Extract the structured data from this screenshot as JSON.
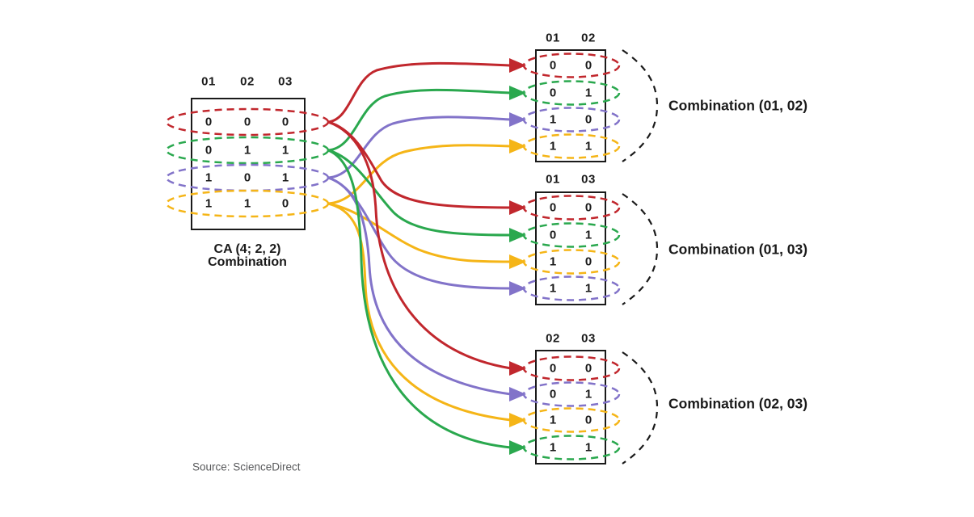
{
  "colors": {
    "red": "#C1272D",
    "green": "#2AA84E",
    "purple": "#8273C9",
    "yellow": "#F5B517",
    "ink": "#1A1A1A",
    "muted": "#58595B"
  },
  "main_table": {
    "headers": [
      "01",
      "02",
      "03"
    ],
    "rows": [
      {
        "color": "red",
        "values": [
          "0",
          "0",
          "0"
        ]
      },
      {
        "color": "green",
        "values": [
          "0",
          "1",
          "1"
        ]
      },
      {
        "color": "purple",
        "values": [
          "1",
          "0",
          "1"
        ]
      },
      {
        "color": "yellow",
        "values": [
          "1",
          "1",
          "0"
        ]
      }
    ],
    "caption_line1": "CA (4; 2, 2)",
    "caption_line2": "Combination"
  },
  "combination_tables": [
    {
      "headers": [
        "01",
        "02"
      ],
      "label": "Combination (01, 02)",
      "rows": [
        {
          "color": "red",
          "values": [
            "0",
            "0"
          ]
        },
        {
          "color": "green",
          "values": [
            "0",
            "1"
          ]
        },
        {
          "color": "purple",
          "values": [
            "1",
            "0"
          ]
        },
        {
          "color": "yellow",
          "values": [
            "1",
            "1"
          ]
        }
      ]
    },
    {
      "headers": [
        "01",
        "03"
      ],
      "label": "Combination (01, 03)",
      "rows": [
        {
          "color": "red",
          "values": [
            "0",
            "0"
          ]
        },
        {
          "color": "green",
          "values": [
            "0",
            "1"
          ]
        },
        {
          "color": "yellow",
          "values": [
            "1",
            "0"
          ]
        },
        {
          "color": "purple",
          "values": [
            "1",
            "1"
          ]
        }
      ]
    },
    {
      "headers": [
        "02",
        "03"
      ],
      "label": "Combination (02, 03)",
      "rows": [
        {
          "color": "red",
          "values": [
            "0",
            "0"
          ]
        },
        {
          "color": "purple",
          "values": [
            "0",
            "1"
          ]
        },
        {
          "color": "yellow",
          "values": [
            "1",
            "0"
          ]
        },
        {
          "color": "green",
          "values": [
            "1",
            "1"
          ]
        }
      ]
    }
  ],
  "source": "Source: ScienceDirect"
}
